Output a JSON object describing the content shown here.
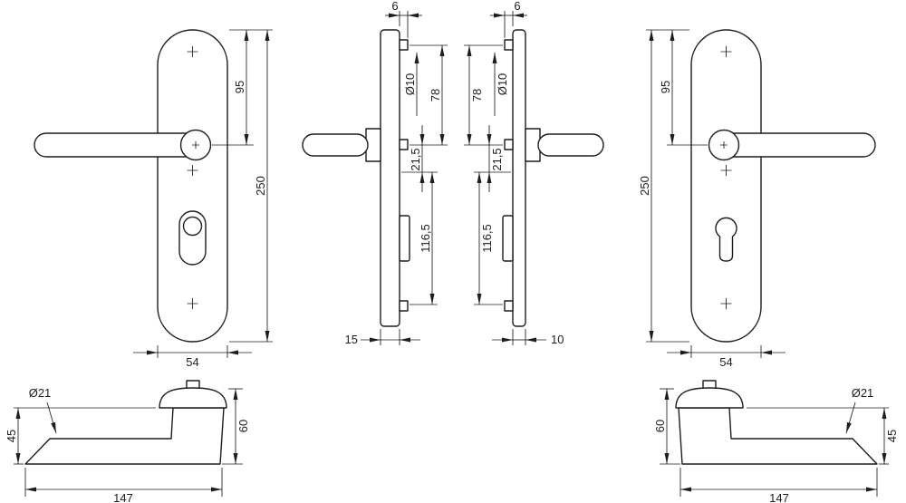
{
  "style": {
    "background": "#ffffff",
    "ink": "#1d1d1d"
  },
  "views": {
    "plate_front_left": {
      "axis_from_top": "95",
      "total_height": "250",
      "width": "54"
    },
    "plate_side_left": {
      "projection": "6",
      "hole_dia": "Ø10",
      "screw_to_axis": "78",
      "axis_offset": "21,5",
      "lower_span": "116,5",
      "thickness": "15"
    },
    "plate_side_right": {
      "projection": "6",
      "screw_to_axis": "78",
      "hole_dia": "Ø10",
      "axis_offset": "21,5",
      "lower_span": "116,5",
      "thickness": "10"
    },
    "plate_front_right": {
      "axis_from_top": "95",
      "total_height": "250",
      "width": "54"
    },
    "lever_front_left": {
      "grip_dia": "Ø21",
      "face_to_grip": "45",
      "overall_height": "60",
      "length": "147"
    },
    "lever_front_right": {
      "grip_dia": "Ø21",
      "overall_height": "60",
      "face_to_grip": "45",
      "length": "147"
    }
  }
}
